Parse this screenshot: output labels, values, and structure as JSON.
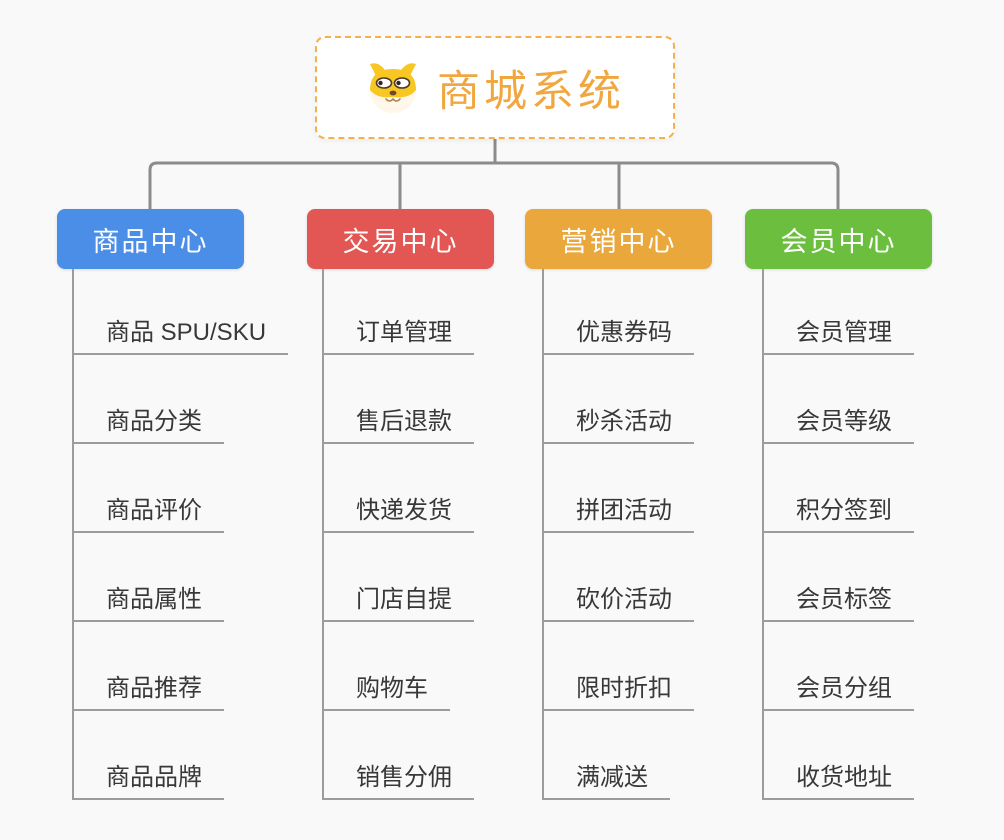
{
  "root": {
    "title": "商城系统",
    "icon": "shiba-dog-icon",
    "title_color": "#F1A73F",
    "border_color": "#F5B04C"
  },
  "branches": [
    {
      "label": "商品中心",
      "color": "#4A8EE8",
      "items": [
        "商品 SPU/SKU",
        "商品分类",
        "商品评价",
        "商品属性",
        "商品推荐",
        "商品品牌"
      ]
    },
    {
      "label": "交易中心",
      "color": "#E25753",
      "items": [
        "订单管理",
        "售后退款",
        "快递发货",
        "门店自提",
        "购物车",
        "销售分佣"
      ]
    },
    {
      "label": "营销中心",
      "color": "#EAA83C",
      "items": [
        "优惠券码",
        "秒杀活动",
        "拼团活动",
        "砍价活动",
        "限时折扣",
        "满减送"
      ]
    },
    {
      "label": "会员中心",
      "color": "#6BBE3E",
      "items": [
        "会员管理",
        "会员等级",
        "积分签到",
        "会员标签",
        "会员分组",
        "收货地址"
      ]
    }
  ],
  "colors": {
    "background": "#F9F9F9",
    "connector": "#8C8C8C",
    "child_line": "#9C9C9C",
    "child_text": "#383838"
  }
}
